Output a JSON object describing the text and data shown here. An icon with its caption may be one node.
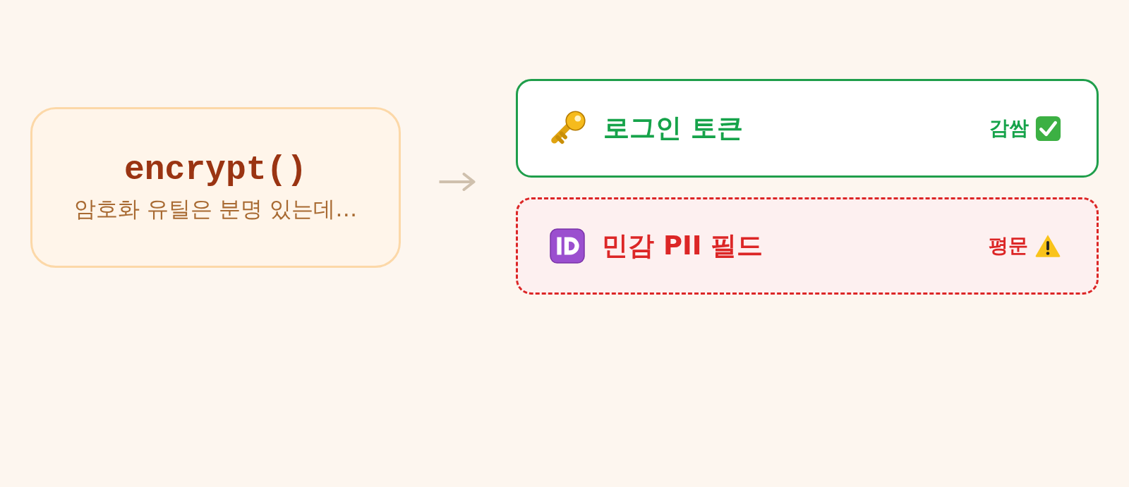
{
  "diagram": {
    "nodes": [
      {
        "text": [
          "encrypt()",
          "암호화 유틸은 분명 있는데…"
        ]
      },
      {
        "text": [
          "로그인 토큰",
          "감쌈"
        ]
      },
      {
        "text": [
          "민감 PII 필드",
          "평문"
        ]
      }
    ],
    "edges": [
      {
        "from": 0,
        "to": 1,
        "arrow": "to"
      }
    ]
  }
}
